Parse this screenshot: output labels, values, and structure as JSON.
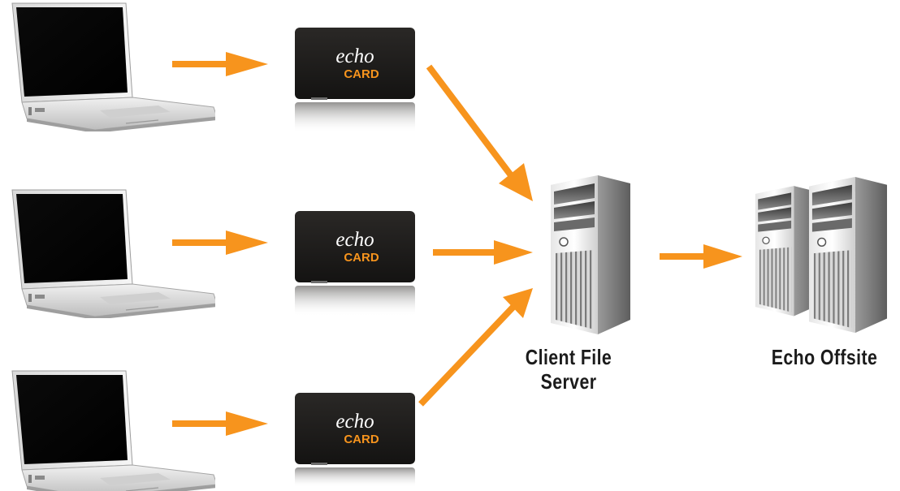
{
  "diagram": {
    "laptops": [
      {
        "name": "laptop-1"
      },
      {
        "name": "laptop-2"
      },
      {
        "name": "laptop-3"
      }
    ],
    "cards": [
      {
        "logo_top": "echo",
        "logo_bottom": "CARD"
      },
      {
        "logo_top": "echo",
        "logo_bottom": "CARD"
      },
      {
        "logo_top": "echo",
        "logo_bottom": "CARD"
      }
    ],
    "client_server_label_line1": "Client File",
    "client_server_label_line2": "Server",
    "offsite_label": "Echo Offsite",
    "colors": {
      "arrow": "#f7941d",
      "card": "#1c1a19",
      "card_logo": "#f7941d",
      "label": "#1b1b1b"
    }
  }
}
